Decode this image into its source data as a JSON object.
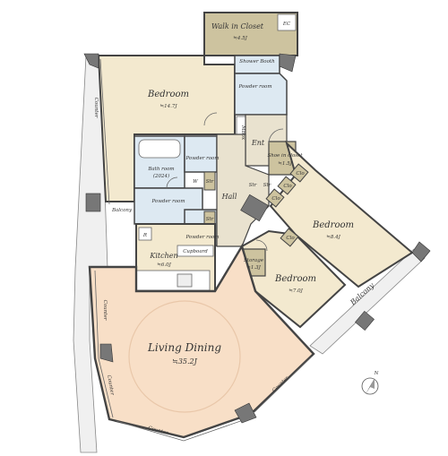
{
  "rooms": {
    "walk_in_closet": {
      "name": "Walk in Closet",
      "area": "≒4.5J"
    },
    "ec": "EC",
    "shower_booth": "Shower Booth",
    "powder_room_top": "Powder room",
    "bedroom_main": {
      "name": "Bedroom",
      "area": "≒14.7J"
    },
    "mbox": "MBox",
    "ent": "Ent",
    "shoe_in_closet": {
      "name": "Shoe in closet",
      "area": "≒1.5J"
    },
    "bath_room": {
      "name": "Bath room",
      "area": "(2024)"
    },
    "powder_room_a": "Powder room",
    "powder_room_b": "Powder room",
    "powder_room_c": "Powder room",
    "str": "Str",
    "w": "W",
    "hall": "Hall",
    "clo": "Clo",
    "bedroom_east": {
      "name": "Bedroom",
      "area": "≒8.4J"
    },
    "bedroom_south": {
      "name": "Bedroom",
      "area": "≒7.0J"
    },
    "storage": {
      "name": "Storage",
      "area": "≒1.3J"
    },
    "kitchen": {
      "name": "Kitchen",
      "area": "≒6.0J"
    },
    "cupboard": "Cupboard",
    "r": "R",
    "living_dining": {
      "name": "Living Dining",
      "area": "≒35.2J"
    },
    "balcony_west": "Balcony",
    "balcony_east": "Balcony",
    "counter": "Counter",
    "north": "N"
  },
  "colors": {
    "wood": "#f3e9cf",
    "living": "#f8dfc7",
    "wet": "#dde9f2",
    "closet": "#c9bf9e",
    "walk_in": "#cdc39f",
    "balcony": "#f2f2f2",
    "hall": "#e9e2cf",
    "wall": "#444444"
  }
}
